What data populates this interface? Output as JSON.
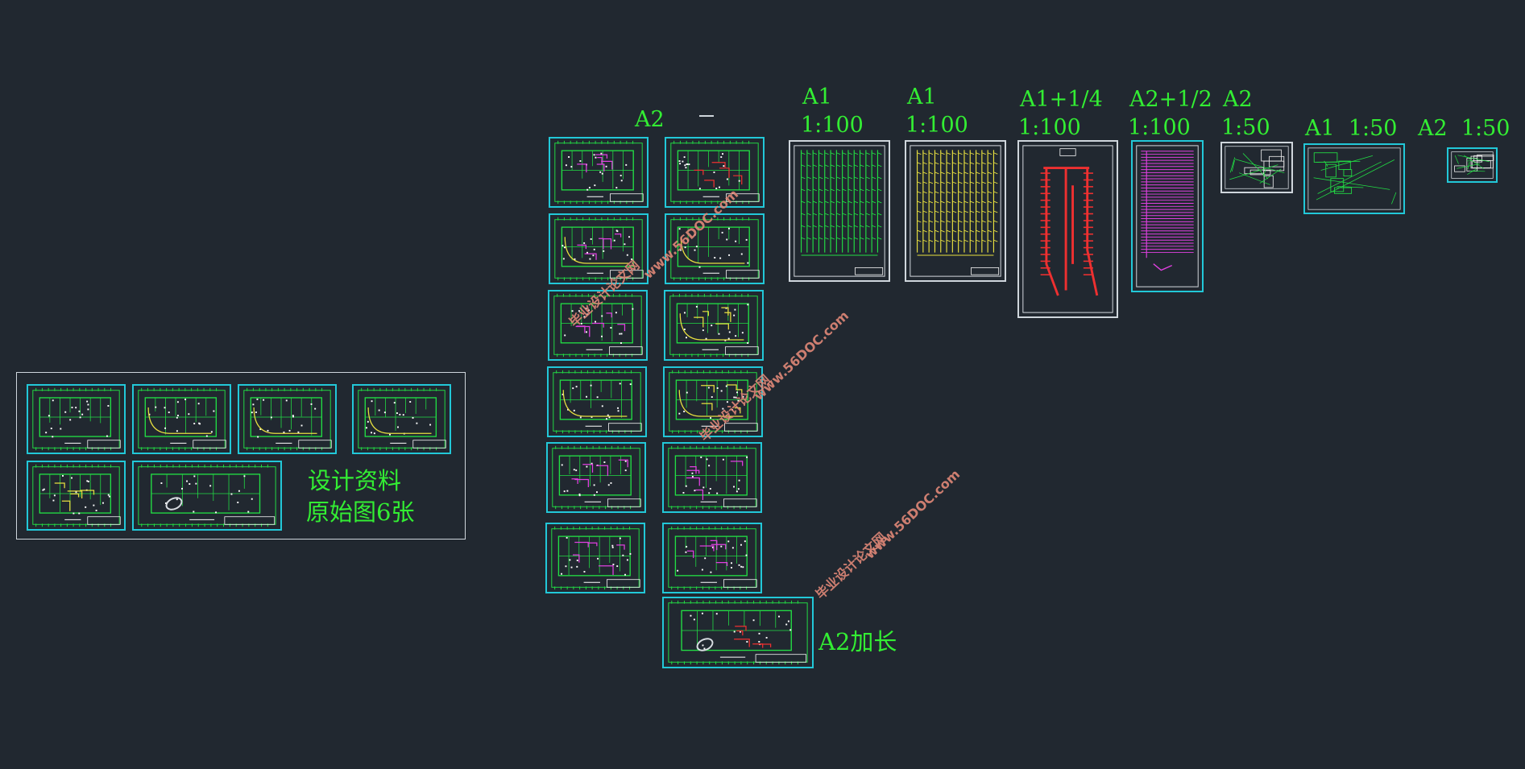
{
  "canvas": {
    "background": "#212830",
    "label_color": "#33ee33",
    "sheet_border_color": "#22c8d8"
  },
  "labels": {
    "group_a2": "A2",
    "col1_size": "A1",
    "col1_scale": "1:100",
    "col2_size": "A1",
    "col2_scale": "1:100",
    "col3_size": "A1+1/4",
    "col3_scale": "1:100",
    "col4_size": "A2+1/2",
    "col4_scale": "1:100",
    "col5_size": "A2",
    "col5_scale": "1:50",
    "col6": "A1  1:50",
    "col7": "A2  1:50",
    "design_line1": "设计资料",
    "design_line2": "原始图6张",
    "a2_long": "A2加长"
  },
  "watermarks": {
    "w1_cn": "毕业设计论文网",
    "w1_url": "www.56DOC.com",
    "w2_cn": "毕业设计论文网",
    "w2_url": "www.56DOC.com",
    "w3_cn": "毕业设计论文网",
    "w3_url": "www.56DOC.com",
    "color": "#e08878"
  },
  "plan_colors": {
    "wall": "#22dd44",
    "pipe_magenta": "#e040e0",
    "pipe_yellow": "#e8e040",
    "pipe_red": "#ee3030",
    "detail_white": "#e8e8e8"
  }
}
